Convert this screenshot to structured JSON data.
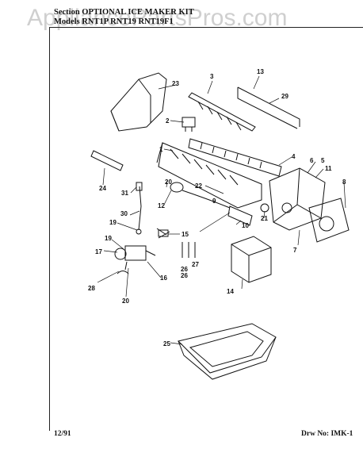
{
  "watermark": "AppliancePartsPros.com",
  "header": {
    "section_label": "Section",
    "section_title": "OPTIONAL ICE MAKER KIT",
    "models_label": "Models",
    "models_value": "RNT1P  RNT19  RNT19F1"
  },
  "footer": {
    "date": "12/91",
    "drawing_label": "Drw No:",
    "drawing_number": "IMK-1"
  },
  "callouts": {
    "c1": "1",
    "c2": "2",
    "c3": "3",
    "c4": "4",
    "c5": "5",
    "c6": "6",
    "c7": "7",
    "c8": "8",
    "c9": "9",
    "c10": "10",
    "c11": "11",
    "c12": "12",
    "c13": "13",
    "c14": "14",
    "c15": "15",
    "c16": "16",
    "c17": "17",
    "c19a": "19",
    "c19b": "19",
    "c20a": "20",
    "c20b": "20",
    "c21": "21",
    "c22": "22",
    "c23": "23",
    "c24": "24",
    "c25": "25",
    "c26a": "26",
    "c26b": "26",
    "c27": "27",
    "c28": "28",
    "c29": "29",
    "c30": "30",
    "c31": "31"
  }
}
